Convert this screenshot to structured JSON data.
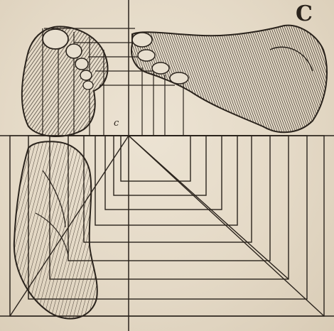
{
  "plate": {
    "corner_letter": "C",
    "center_letter": "c"
  },
  "colors": {
    "paper": "#e6dccb",
    "ink": "#2a231c"
  },
  "figures": [
    {
      "name": "foot-sole-top-view"
    },
    {
      "name": "foot-side-view"
    },
    {
      "name": "foot-sole-bottom-view"
    }
  ]
}
